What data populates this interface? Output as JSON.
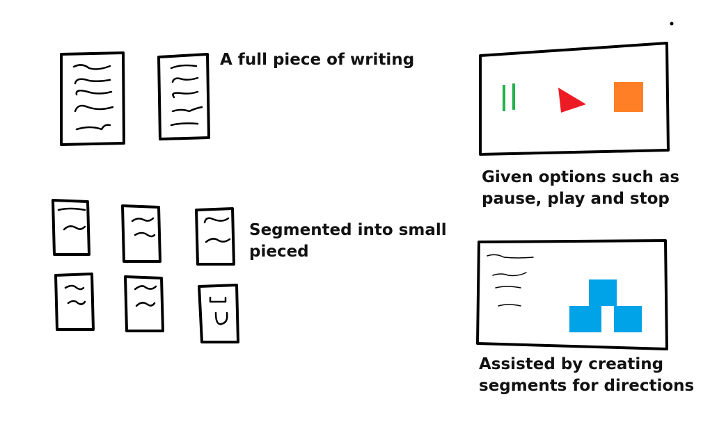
{
  "captions": {
    "full_writing": "A full piece of writing",
    "segmented_line1": "Segmented into small",
    "segmented_line2": "pieced",
    "options_line1": "Given options such as",
    "options_line2": "pause, play and stop",
    "assisted_line1": "Assisted by creating",
    "assisted_line2": "segments for directions"
  },
  "icons": {
    "pause": "pause-icon",
    "play": "play-icon",
    "stop": "stop-icon",
    "direction": "direction-blocks-icon"
  },
  "colors": {
    "pause": "#22b14c",
    "play": "#ed1c24",
    "stop": "#ff7f27",
    "direction_blocks": "#00a2e8",
    "ink": "#000000"
  }
}
